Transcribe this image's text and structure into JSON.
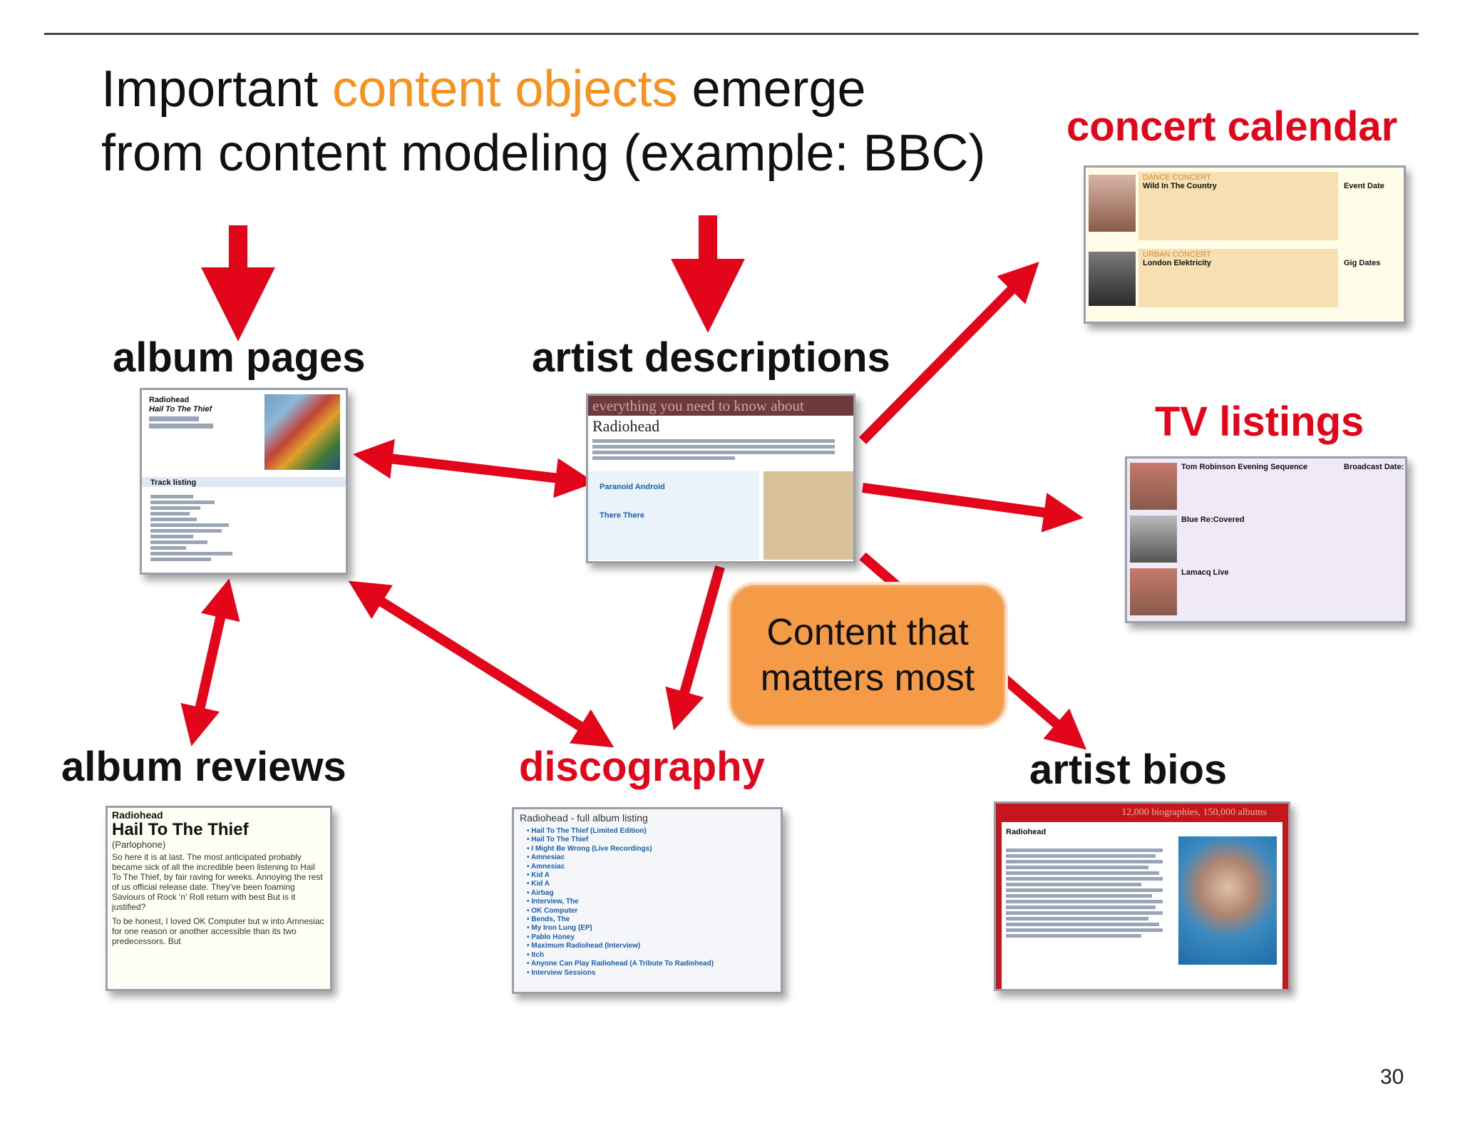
{
  "slide": {
    "title_line1_before": "Important ",
    "title_line1_highlight": "content objects",
    "title_line1_after": " emerge",
    "title_line2": "from content modeling (example: BBC)",
    "page_number": "30"
  },
  "labels": {
    "album_pages": "album pages",
    "artist_descriptions": "artist descriptions",
    "concert_calendar": "concert calendar",
    "tv_listings": "TV listings",
    "album_reviews": "album reviews",
    "discography": "discography",
    "artist_bios": "artist bios"
  },
  "callout": {
    "line1": "Content that",
    "line2": "matters most"
  },
  "colors": {
    "accent_orange": "#f7921e",
    "arrow_red": "#e3061b",
    "callout_fill": "#f59b48"
  },
  "thumbnails": {
    "album_page": {
      "artist": "Radiohead",
      "album": "Hail To The Thief",
      "tracks_heading": "Track listing"
    },
    "artist_desc": {
      "banner": "everything you need to know about",
      "name": "Radiohead",
      "track1": "Paranoid Android",
      "track2": "There There"
    },
    "concert": {
      "cat1": "DANCE CONCERT",
      "event1": "Wild In The Country",
      "cat2": "URBAN CONCERT",
      "event2": "London Elektricity",
      "col1": "Event Date",
      "col2": "Gig Dates"
    },
    "tv": {
      "show1": "Tom Robinson Evening Sequence",
      "show2": "Blue Re:Covered",
      "show3": "Lamacq Live",
      "col": "Broadcast Date:"
    },
    "review": {
      "artist": "Radiohead",
      "album": "Hail To The Thief",
      "label": "(Parlophone)",
      "p1": "So here it is at last. The most anticipated probably became sick of all the incredible been listening to Hail To The Thief, by fair raving for weeks. Annoying the rest of us official release date. They've been foaming Saviours of Rock 'n' Roll return with best But is it justified?",
      "p2": "To be honest, I loved OK Computer but w into Amnesiac for one reason or another accessible than its two predecessors. But"
    },
    "discography": {
      "heading": "Radiohead - full album listing",
      "items": [
        "Hail To The Thief (Limited Edition)",
        "Hail To The Thief",
        "I Might Be Wrong (Live Recordings)",
        "Amnesiac",
        "Amnesiac",
        "Kid A",
        "Kid A",
        "Airbag",
        "Interview, The",
        "OK Computer",
        "Bends, The",
        "My Iron Lung (EP)",
        "Pablo Honey",
        "Maximum Radiohead (Interview)",
        "Itch",
        "Anyone Can Play Radiohead (A Tribute To Radiohead)",
        "Interview Sessions"
      ]
    },
    "bio": {
      "banner": "12,000 biographies, 150,000 albums",
      "name": "Radiohead"
    }
  }
}
